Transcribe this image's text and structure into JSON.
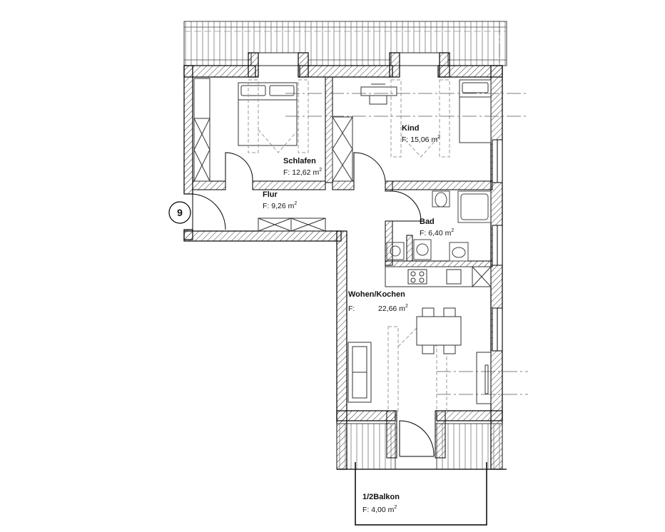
{
  "unit": {
    "number": "9"
  },
  "rooms": {
    "schlafen": {
      "name": "Schlafen",
      "area_prefix": "F: 12,62  m",
      "area_sup": "2"
    },
    "kind": {
      "name": "Kind",
      "area_prefix": "F: 15,06  m",
      "area_sup": "2"
    },
    "flur": {
      "name": "Flur",
      "area_prefix": "F: 9,26  m",
      "area_sup": "2"
    },
    "bad": {
      "name": "Bad",
      "area_prefix": "F: 6,40  m",
      "area_sup": "2"
    },
    "wohnen": {
      "name": "Wohen/Kochen",
      "area_label": "F:",
      "area_value": "22,66  m",
      "area_sup": "2"
    },
    "balkon": {
      "name": "1/2Balkon",
      "area_prefix": "F: 4,00  m",
      "area_sup": "2"
    }
  },
  "colors": {
    "wall": "#000000",
    "hatch": "#666666",
    "fixture": "#555555",
    "dash": "#999999"
  }
}
